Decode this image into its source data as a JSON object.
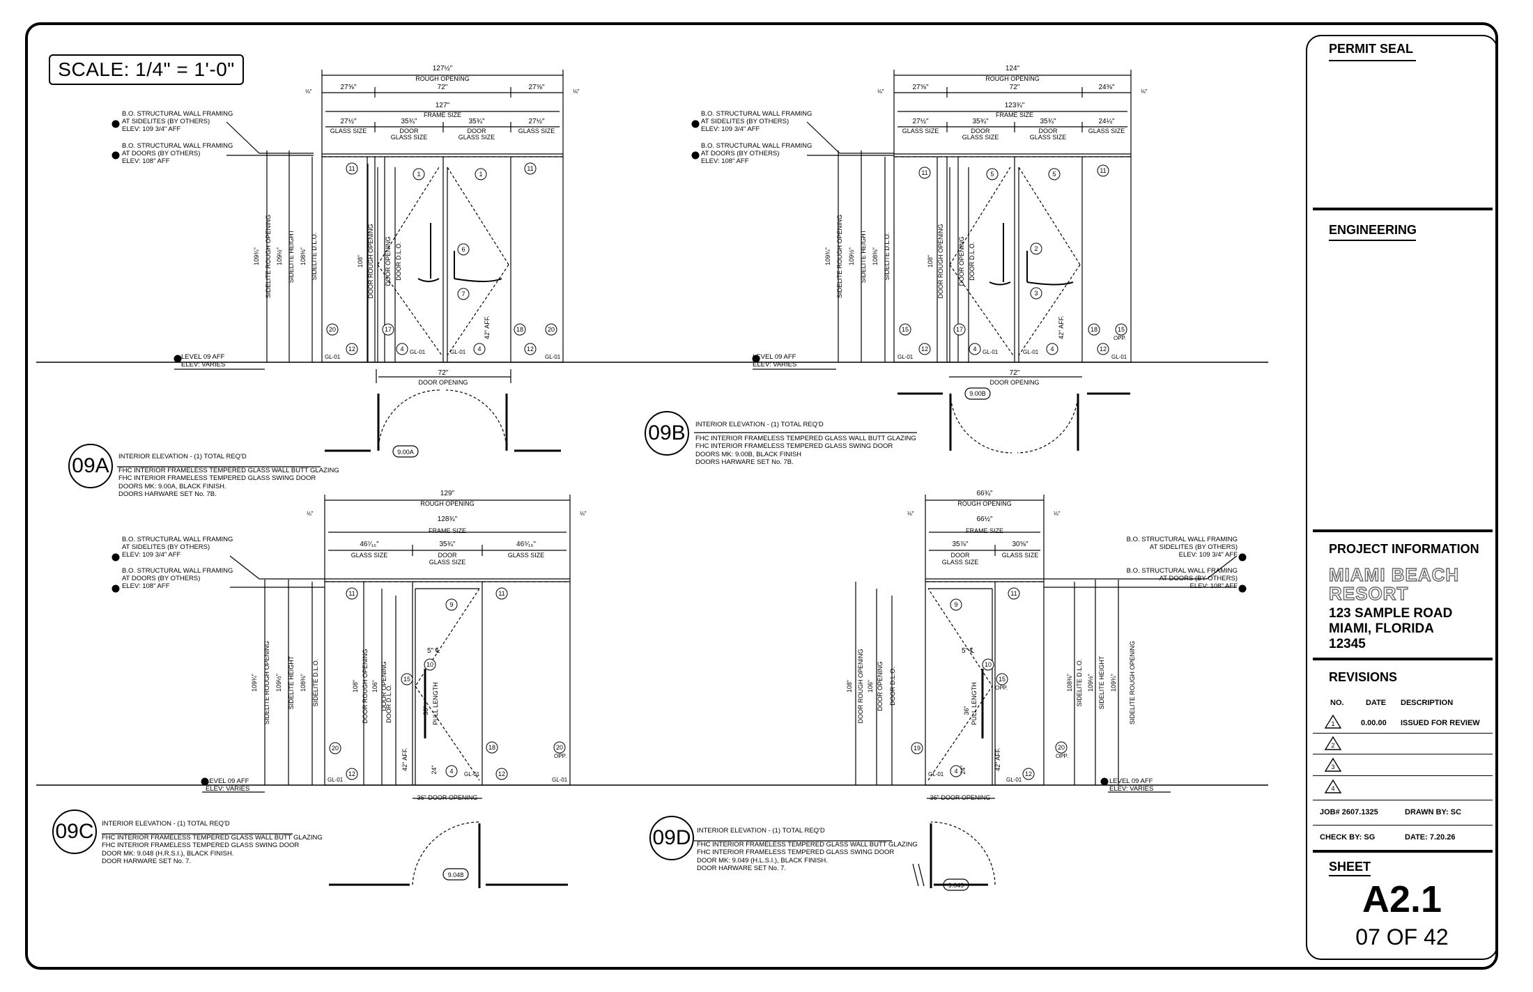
{
  "sheet": {
    "scale": "SCALE: 1/4\" = 1'-0\""
  },
  "title_block": {
    "permit_seal": "PERMIT SEAL",
    "engineering": "ENGINEERING",
    "project_information": "PROJECT INFORMATION",
    "project_name": [
      "MIAMI BEACH",
      "RESORT"
    ],
    "address": [
      "123 SAMPLE ROAD",
      "MIAMI, FLORIDA",
      "12345"
    ],
    "revisions_title": "REVISIONS",
    "rev_headers": {
      "no": "NO.",
      "date": "DATE",
      "description": "DESCRIPTION"
    },
    "revisions": [
      {
        "no": "1",
        "date": "0.00.00",
        "description": "ISSUED FOR REVIEW"
      },
      {
        "no": "2",
        "date": "",
        "description": ""
      },
      {
        "no": "3",
        "date": "",
        "description": ""
      },
      {
        "no": "4",
        "date": "",
        "description": ""
      }
    ],
    "job": "JOB# 2607.1325",
    "drawn_by": "DRAWN BY:  SC",
    "check_by": "CHECK BY: SG",
    "date": "DATE:  7.20.26",
    "sheet_label": "SHEET",
    "sheet_number": "A2.1",
    "sheet_of": "07  OF 42"
  },
  "drawings": {
    "a": {
      "id": "09A",
      "title": "INTERIOR ELEVATION - (1) TOTAL REQ'D",
      "notes": [
        "FHC INTERIOR FRAMELESS TEMPERED GLASS WALL BUTT GLAZING",
        "FHC INTERIOR FRAMELESS TEMPERED GLASS SWING DOOR",
        "DOORS MK: 9.00A, BLACK FINISH.",
        "DOORS HARWARE SET No. 7B."
      ],
      "tag": "9.00A",
      "rough_opening": "127½\"",
      "rough_label": "ROUGH OPENING",
      "frame_size": "127\"",
      "frame_label": "FRAME SIZE",
      "side_a": "27⅝\"",
      "center_a": "72\"",
      "glass_a": "27½\"",
      "door_a": "35¾\"",
      "door_opening": "72\"",
      "door_opening_label": "DOOR OPENING"
    },
    "b": {
      "id": "09B",
      "title": "INTERIOR ELEVATION - (1) TOTAL REQ'D",
      "notes": [
        "FHC INTERIOR FRAMELESS TEMPERED GLASS WALL BUTT GLAZING",
        "FHC INTERIOR FRAMELESS TEMPERED GLASS SWING DOOR",
        "DOORS MK: 9.00B, BLACK FINISH",
        "DOORS HARWARE SET No. 7B."
      ],
      "tag": "9.00B",
      "rough_opening": "124\"",
      "frame_size": "123¾\"",
      "side_l": "27⅝\"",
      "side_r": "24⅜\"",
      "glass_l": "27½\"",
      "glass_r": "24¼\""
    },
    "c": {
      "id": "09C",
      "title": "INTERIOR ELEVATION - (1) TOTAL REQ'D",
      "notes": [
        "FHC INTERIOR FRAMELESS TEMPERED GLASS WALL BUTT GLAZING",
        "FHC INTERIOR FRAMELESS TEMPERED GLASS SWING DOOR",
        "DOOR MK: 9.048 (H.R.S.I.), BLACK FINISH.",
        "DOOR HARWARE SET No. 7."
      ],
      "tag": "9.048",
      "rough_opening": "129\"",
      "frame_size": "128¾\"",
      "glass_l": "46⁷⁄₁₆\"",
      "glass_r": "46⁵⁄₁₆\"",
      "door": "35¾\"",
      "door_opening": "36\" DOOR OPENING"
    },
    "d": {
      "id": "09D",
      "title": "INTERIOR ELEVATION - (1) TOTAL REQ'D",
      "notes": [
        "FHC INTERIOR FRAMELESS TEMPERED GLASS WALL BUTT GLAZING",
        "FHC INTERIOR FRAMELESS TEMPERED GLASS SWING DOOR",
        "DOOR MK: 9.049 (H.L.S.I.), BLACK FINISH.",
        "DOOR HARWARE SET No. 7."
      ],
      "tag": "9.049",
      "rough_opening": "66¾\"",
      "frame_size": "66½\"",
      "door": "35⅞\"",
      "glass": "30⅝\"",
      "door_opening": "36\" DOOR OPENING"
    }
  },
  "common": {
    "wall_framing_sidelites": [
      "B.O. STRUCTURAL WALL FRAMING",
      "AT SIDELITES (BY OTHERS)",
      "ELEV: 109 3/4\" AFF"
    ],
    "wall_framing_doors": [
      "B.O. STRUCTURAL WALL FRAMING",
      "AT DOORS (BY OTHERS)",
      "ELEV: 108\" AFF"
    ],
    "level": [
      "LEVEL 09 AFF",
      "ELEV: VARIES"
    ],
    "glass_size": "GLASS SIZE",
    "door_glass_size": [
      "DOOR",
      "GLASS SIZE"
    ],
    "sidelite_rough": "SIDELITE ROUGH OPENING",
    "sidelite_height": "SIDELITE HEIGHT",
    "sidelite_dlo": "SIDELITE D.L.O.",
    "door_rough": "DOOR ROUGH OPENING",
    "door_opening_v": "DOOR OPENING",
    "door_dlo": "DOOR D.L.O.",
    "pull_length": "PULL LENGTH",
    "glass_code": "GL-01",
    "dim_109_3_4": "109¾\"",
    "dim_109_1_2": "109½\"",
    "dim_108_3_8": "108⅜\"",
    "dim_108": "108\"",
    "dim_106": "106\"",
    "dim_1_8": "⅛\"",
    "dim_42": "42\" AFF.",
    "dim_36": "36\"",
    "dim_24": "24\"",
    "dim_5": "5\" ℄",
    "opp": "OPP."
  }
}
